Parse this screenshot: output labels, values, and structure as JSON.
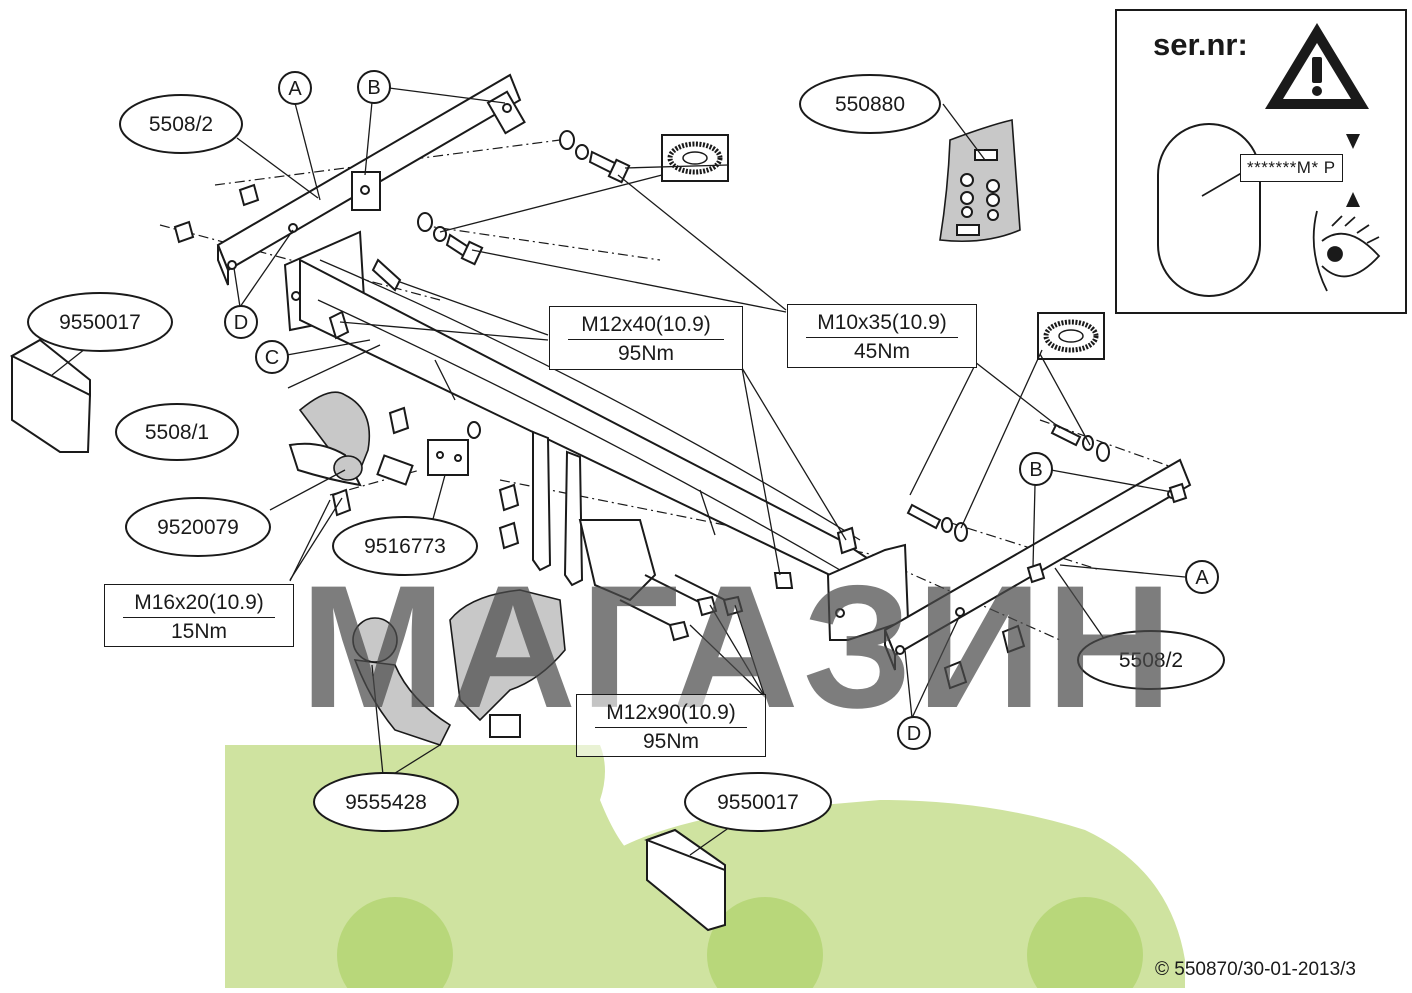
{
  "callouts": {
    "p5508_2_top": "5508/2",
    "p550880": "550880",
    "p9550017_left": "9550017",
    "p5508_1": "5508/1",
    "p9520079": "9520079",
    "p9516773": "9516773",
    "p5508_2_right": "5508/2",
    "p9555428": "9555428",
    "p9550017_bottom": "9550017"
  },
  "letters": {
    "a_top": "A",
    "b_top": "B",
    "c": "C",
    "d_left": "D",
    "b_right": "B",
    "a_right": "A",
    "d_right": "D"
  },
  "specs": {
    "m12x40": {
      "bolt": "M12x40(10.9)",
      "torque": "95Nm"
    },
    "m10x35": {
      "bolt": "M10x35(10.9)",
      "torque": "45Nm"
    },
    "m16x20": {
      "bolt": "M16x20(10.9)",
      "torque": "15Nm"
    },
    "m12x90": {
      "bolt": "M12x90(10.9)",
      "torque": "95Nm"
    }
  },
  "warning_panel": {
    "label": "ser.nr:",
    "code": "*******M* P"
  },
  "watermark": "МАГАЗИН",
  "copyright": "© 550870/30-01-2013/3",
  "colors": {
    "car_fill": "#cfe3a0",
    "watermark": "#4b4b4b",
    "line": "#1a1a1a"
  }
}
